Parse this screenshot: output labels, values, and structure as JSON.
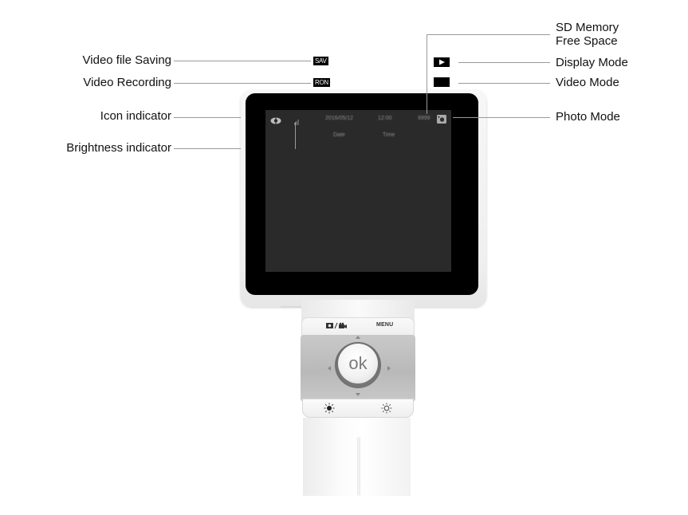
{
  "diagram": {
    "left_callouts": [
      {
        "label": "Video file Saving",
        "icon": "sav-badge-icon",
        "badge_text": "SAV"
      },
      {
        "label": "Video Recording",
        "icon": "ron-badge-icon",
        "badge_text": "RON"
      },
      {
        "label": "Icon indicator",
        "icon": "eye-icon"
      },
      {
        "label": "Brightness indicator",
        "icon": "brightness-level-icon"
      }
    ],
    "right_callouts": [
      {
        "label_line1": "SD Memory",
        "label_line2": "Free Space",
        "icon": "sd-free-space-readout"
      },
      {
        "label": "Display Mode",
        "icon": "play-icon"
      },
      {
        "label": "Video Mode",
        "icon": "video-mode-black-square-icon"
      },
      {
        "label": "Photo Mode",
        "icon": "camera-icon"
      }
    ]
  },
  "device": {
    "screen_osd": {
      "row1": [
        "2016/05/12",
        "12:00",
        "9999"
      ],
      "row2": [
        "Date",
        "Time"
      ]
    },
    "buttons": {
      "mode_toggle_label": "◘/🎥",
      "menu_label": "MENU",
      "ok_label": "ok",
      "brightness_up_icon": "sun-filled-icon",
      "brightness_down_icon": "sun-outline-icon"
    }
  },
  "colors": {
    "leader_line": "#9a9a9a",
    "screen_black": "#000000",
    "display_gray": "#2a2a2a",
    "dpad_gray": "#c0c0c0",
    "device_white": "#f4f4f4"
  }
}
